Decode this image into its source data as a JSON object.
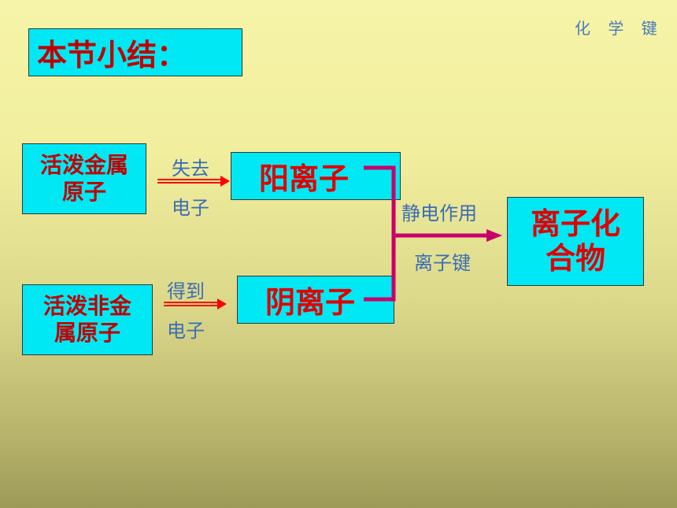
{
  "corner_label": "化 学 键",
  "title": "本节小结：",
  "nodes": {
    "metal_atom": "活泼金属原子",
    "metal_atom_line1": "活泼金属",
    "metal_atom_line2": "原子",
    "nonmetal_atom_line1": "活泼非金",
    "nonmetal_atom_line2": "属原子",
    "cation": "阳离子",
    "anion": "阴离子",
    "compound_line1": "离子化",
    "compound_line2": "合物"
  },
  "edges": {
    "lose_top": "失去",
    "lose_bottom": "电子",
    "gain_top": "得到",
    "gain_bottom": "电子",
    "force_top": "静电作用",
    "force_bottom": "离子键"
  },
  "colors": {
    "box_fill": "#00e8f4",
    "node_text": "#c00000",
    "electron_arrow": "#ff0000",
    "bond_line": "#c8006a",
    "label_text": "#3a6db5"
  }
}
